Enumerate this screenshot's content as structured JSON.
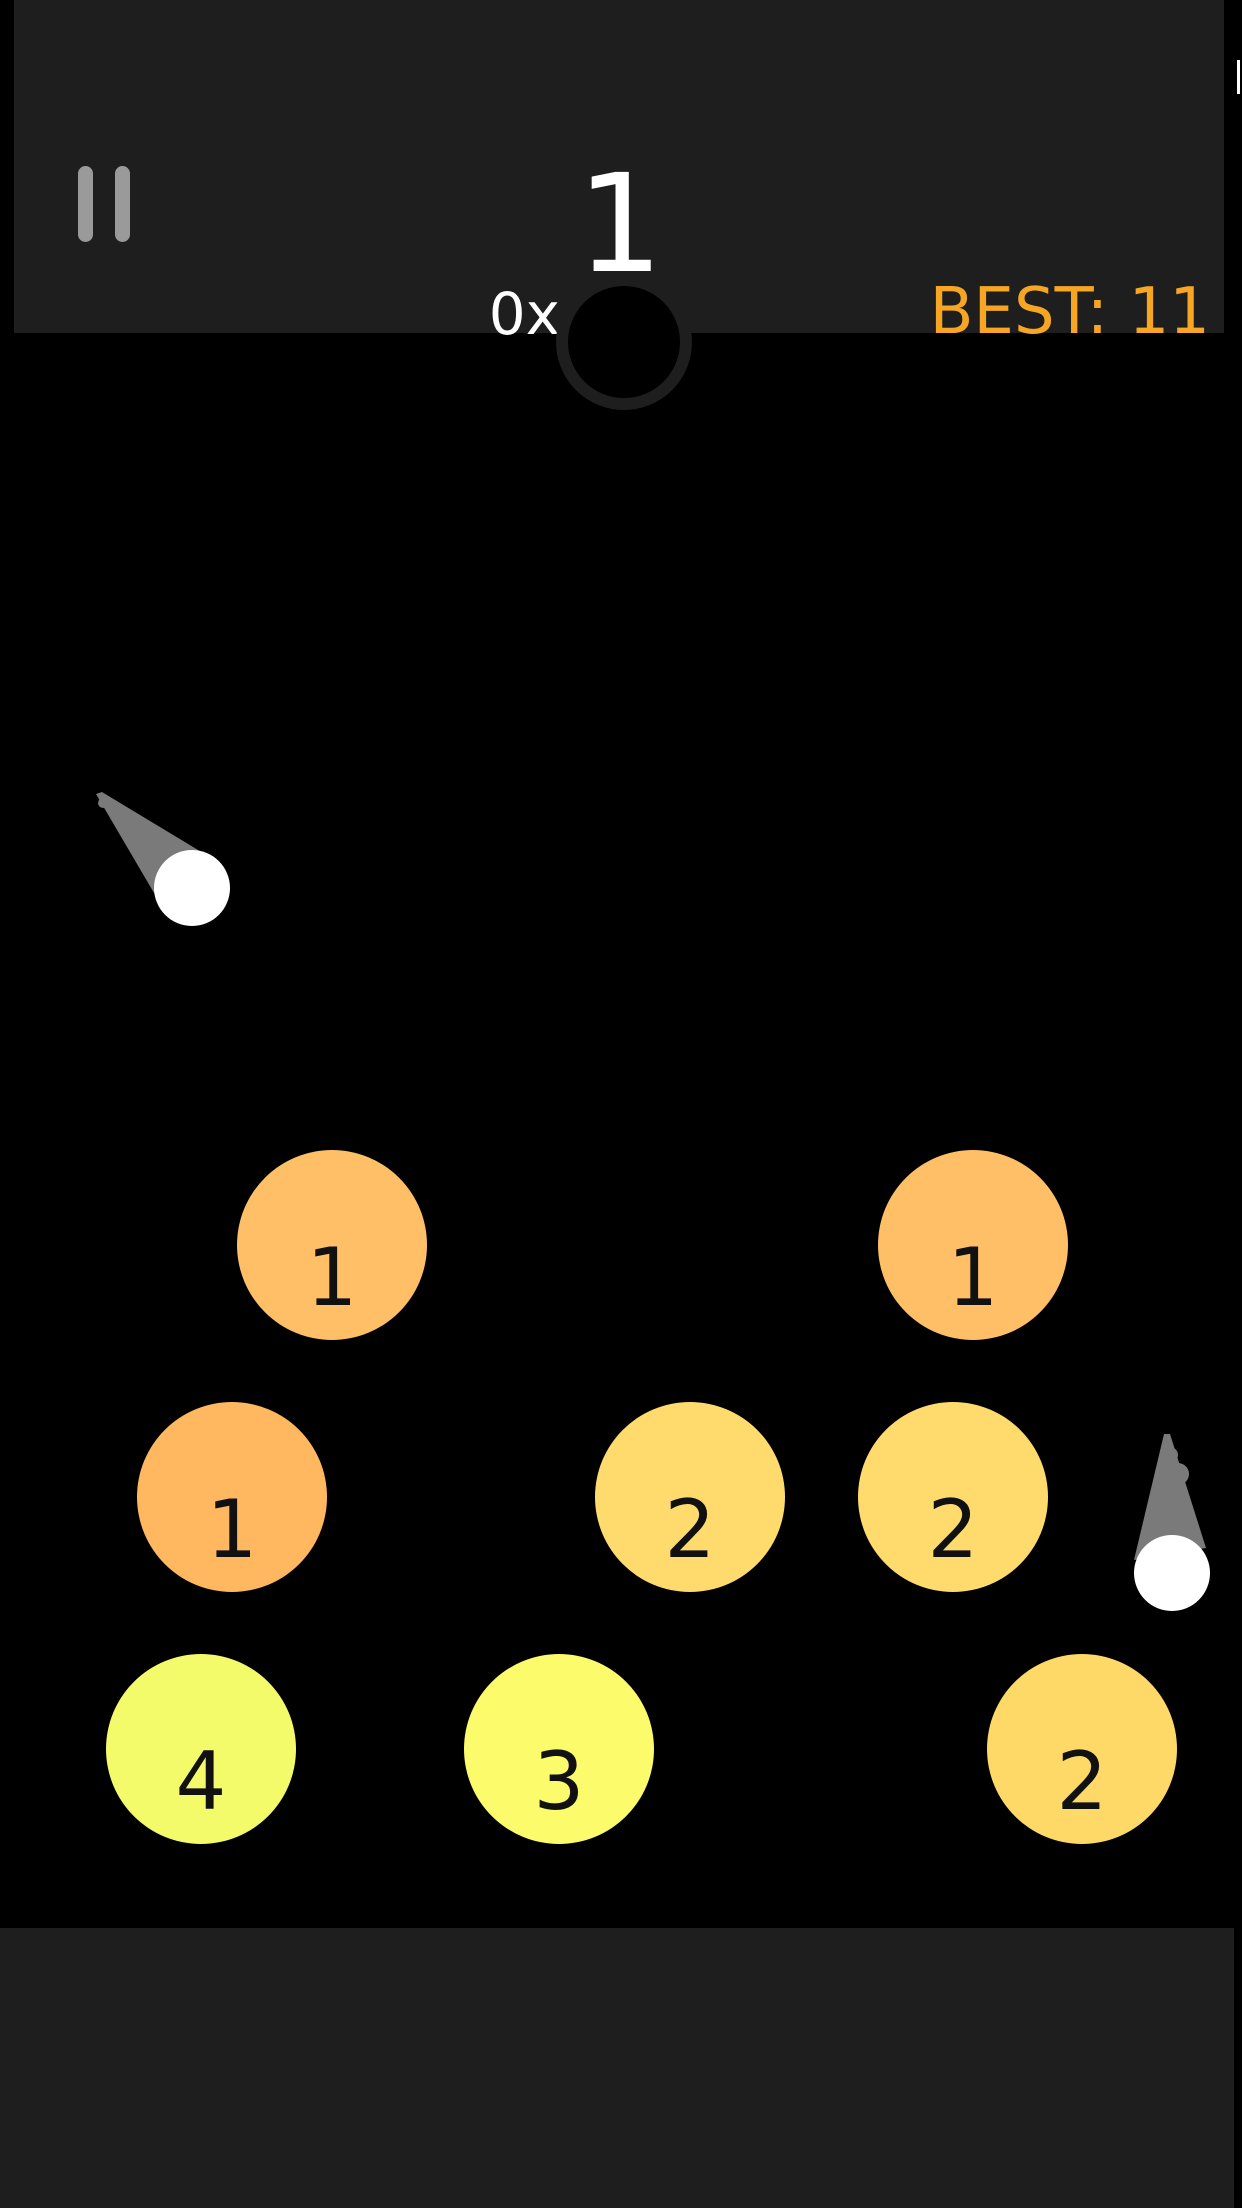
{
  "hud": {
    "score": "1",
    "multiplier": "0x",
    "best": "BEST: 11",
    "best_color": "#f7a623",
    "pause_icon": "pause-icon"
  },
  "colors": {
    "background": "#000000",
    "panel": "#1e1e1e",
    "ball": "#ffffff",
    "trail": "#7a7a7a"
  },
  "targets": [
    {
      "label": "1",
      "color": "#ffbf66"
    },
    {
      "label": "1",
      "color": "#ffbf66"
    },
    {
      "label": "1",
      "color": "#ffb860"
    },
    {
      "label": "2",
      "color": "#ffdb6e"
    },
    {
      "label": "2",
      "color": "#ffdb6e"
    },
    {
      "label": "4",
      "color": "#f4fb6a"
    },
    {
      "label": "3",
      "color": "#fbfb6b"
    },
    {
      "label": "2",
      "color": "#ffd968"
    }
  ]
}
